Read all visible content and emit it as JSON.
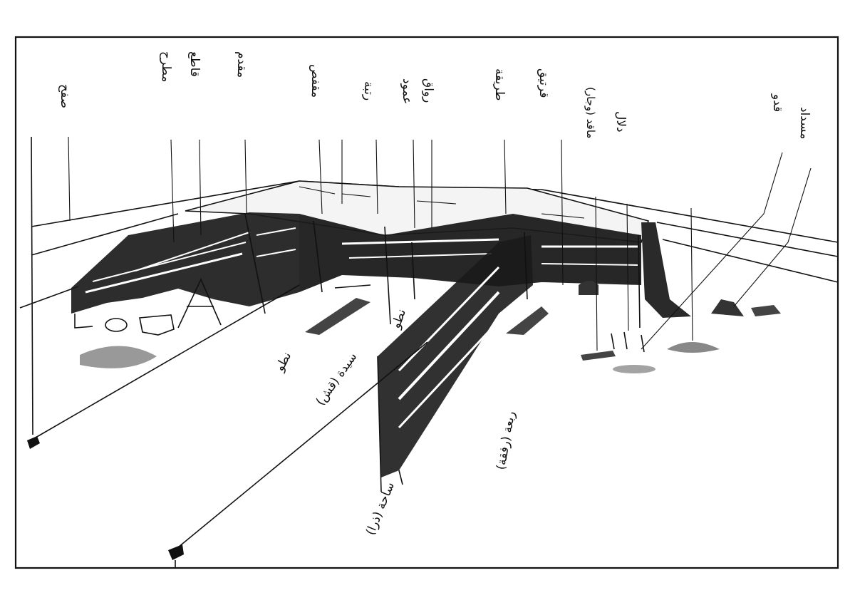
{
  "labels": {
    "l1": "صفح",
    "l2": "مطرح",
    "l3": "قاطع",
    "l4": "مقدم",
    "l5": "مقفص",
    "l6": "رتبة",
    "l7": "عمود",
    "l8": "رواق",
    "l9": "طريقة",
    "l10": "قرتيق",
    "l11": "ماقد (وجار)",
    "l12": "دلال",
    "l13": "قدو",
    "l14": "مسداد",
    "l15": "نطو",
    "l16": "سيدة (قش)",
    "l17": "ربعة (رفقة)",
    "l18": "ساحة (ذرا)",
    "l19": "نطو"
  }
}
